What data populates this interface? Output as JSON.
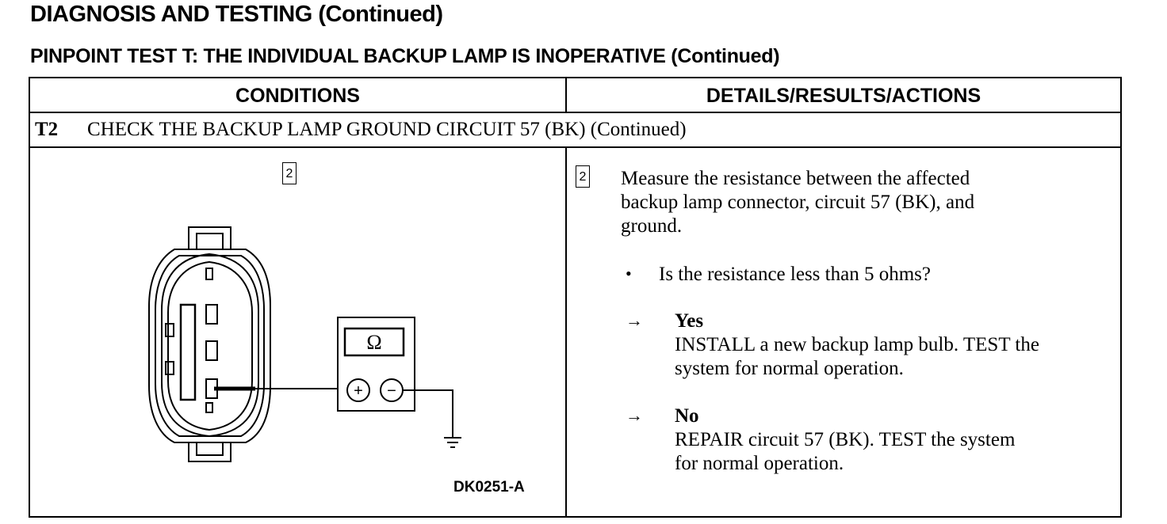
{
  "page_title": "DIAGNOSIS AND TESTING (Continued)",
  "test_title": "PINPOINT TEST T:  THE INDIVIDUAL BACKUP LAMP IS INOPERATIVE (Continued)",
  "table": {
    "col_conditions": "CONDITIONS",
    "col_details": "DETAILS/RESULTS/ACTIONS",
    "step": {
      "id": "T2",
      "title": "CHECK THE BACKUP LAMP GROUND CIRCUIT 57 (BK) (Continued)"
    }
  },
  "figure": {
    "step_number": "2",
    "meter_symbol": "Ω",
    "plus_symbol": "+",
    "minus_symbol": "−",
    "figure_id": "DK0251-A"
  },
  "details": {
    "step_number": "2",
    "instruction": [
      "Measure the resistance between the affected",
      "backup lamp connector, circuit 57 (BK), and",
      "ground."
    ],
    "bullet_symbol": "•",
    "question": "Is the resistance less than 5 ohms?",
    "arrow_symbol": "→",
    "yes": {
      "label": "Yes",
      "action": [
        "INSTALL a new backup lamp bulb. TEST the",
        "system for normal operation."
      ]
    },
    "no": {
      "label": "No",
      "action": [
        "REPAIR circuit 57 (BK). TEST the system",
        "for normal operation."
      ]
    }
  }
}
